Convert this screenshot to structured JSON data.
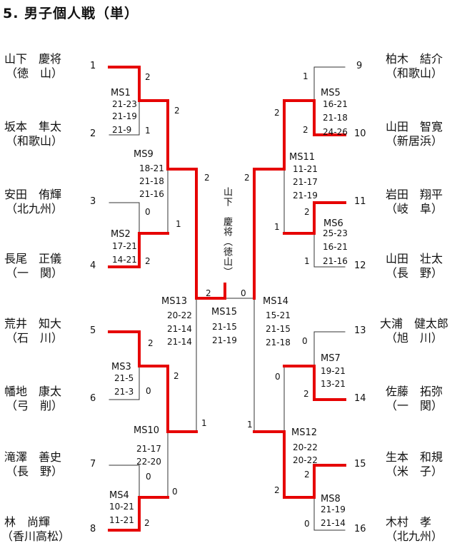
{
  "title": "5. 男子個人戦（単）",
  "winner": "山下　慶将（徳山）",
  "players": [
    {
      "seed": "1",
      "name": "山下　慶将",
      "team": "（徳　山）"
    },
    {
      "seed": "2",
      "name": "坂本　隼太",
      "team": "（和歌山）"
    },
    {
      "seed": "3",
      "name": "安田　侑輝",
      "team": "（北九州）"
    },
    {
      "seed": "4",
      "name": "長尾　正儀",
      "team": "（一　関）"
    },
    {
      "seed": "5",
      "name": "荒井　知大",
      "team": "（石　川）"
    },
    {
      "seed": "6",
      "name": "幡地　康太",
      "team": "（弓　削）"
    },
    {
      "seed": "7",
      "name": "滝澤　善史",
      "team": "（長　野）"
    },
    {
      "seed": "8",
      "name": "林　尚輝",
      "team": "（香川高松）"
    },
    {
      "seed": "9",
      "name": "柏木　結介",
      "team": "（和歌山）"
    },
    {
      "seed": "10",
      "name": "山田　智寛",
      "team": "（新居浜）"
    },
    {
      "seed": "11",
      "name": "岩田　翔平",
      "team": "（岐　阜）"
    },
    {
      "seed": "12",
      "name": "山田　壮太",
      "team": "（長　野）"
    },
    {
      "seed": "13",
      "name": "大浦　健太郎",
      "team": "（旭　川）"
    },
    {
      "seed": "14",
      "name": "佐藤　拓弥",
      "team": "（一　関）"
    },
    {
      "seed": "15",
      "name": "生本　和規",
      "team": "（米　子）"
    },
    {
      "seed": "16",
      "name": "木村　孝",
      "team": "（北九州）"
    }
  ],
  "matches": {
    "MS1": {
      "label": "MS1",
      "scores": [
        "21-23",
        "21-19",
        "21-9"
      ],
      "games": [
        "2",
        "1"
      ]
    },
    "MS2": {
      "label": "MS2",
      "scores": [
        "17-21",
        "14-21"
      ],
      "games": [
        "0",
        "2"
      ]
    },
    "MS3": {
      "label": "MS3",
      "scores": [
        "21-5",
        "21-3"
      ],
      "games": [
        "2",
        "0"
      ]
    },
    "MS4": {
      "label": "MS4",
      "scores": [
        "10-21",
        "11-21"
      ],
      "games": [
        "0",
        "2"
      ]
    },
    "MS5": {
      "label": "MS5",
      "scores": [
        "16-21",
        "21-18",
        "24-26"
      ],
      "games": [
        "1",
        "2"
      ]
    },
    "MS6": {
      "label": "MS6",
      "scores": [
        "25-23",
        "16-21",
        "21-16"
      ],
      "games": [
        "2",
        "1"
      ]
    },
    "MS7": {
      "label": "MS7",
      "scores": [
        "19-21",
        "13-21"
      ],
      "games": [
        "0",
        "2"
      ]
    },
    "MS8": {
      "label": "MS8",
      "scores": [
        "21-19",
        "21-14"
      ],
      "games": [
        "2",
        "0"
      ]
    },
    "MS9": {
      "label": "MS9",
      "scores": [
        "18-21",
        "21-18",
        "21-16"
      ],
      "games": [
        "2",
        "1"
      ]
    },
    "MS10": {
      "label": "MS10",
      "scores": [
        "21-17",
        "22-20"
      ],
      "games": [
        "2",
        "0"
      ]
    },
    "MS11": {
      "label": "MS11",
      "scores": [
        "11-21",
        "21-17",
        "21-19"
      ],
      "games": [
        "2",
        "1"
      ]
    },
    "MS12": {
      "label": "MS12",
      "scores": [
        "20-22",
        "20-22"
      ],
      "games": [
        "0",
        "2"
      ]
    },
    "MS13": {
      "label": "MS13",
      "scores": [
        "20-22",
        "21-14",
        "21-14"
      ],
      "games": [
        "2",
        "1"
      ]
    },
    "MS14": {
      "label": "MS14",
      "scores": [
        "15-21",
        "21-15",
        "21-18"
      ],
      "games": [
        "2",
        "1"
      ]
    },
    "MS15": {
      "label": "MS15",
      "scores": [
        "21-15",
        "21-19"
      ],
      "games": [
        "2",
        "0"
      ]
    }
  },
  "colors": {
    "winner_line": "#e60000",
    "line": "#333333"
  }
}
